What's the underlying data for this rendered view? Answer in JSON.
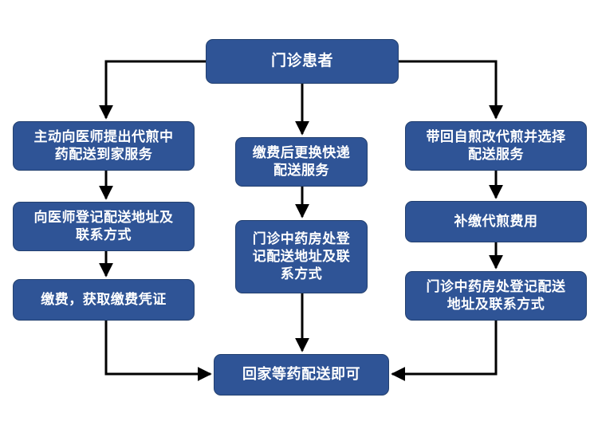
{
  "diagram": {
    "title_node": "门诊患者",
    "background_color": "#ffffff",
    "node_fill_color": "#2F5496",
    "node_border_color": "#23406F",
    "node_text_color": "#FFFFFF",
    "edge_color": "#000000",
    "nodes": [
      {
        "id": "start",
        "label": "门诊患者"
      },
      {
        "id": "l1",
        "label": "主动向医师提出代煎中\n药配送到家服务"
      },
      {
        "id": "l2",
        "label": "向医师登记配送地址及\n联系方式"
      },
      {
        "id": "l3",
        "label": "缴费，获取缴费凭证"
      },
      {
        "id": "m1",
        "label": "缴费后更换快递\n配送服务"
      },
      {
        "id": "m2",
        "label": "门诊中药房处登\n记配送地址及联\n系方式"
      },
      {
        "id": "r1",
        "label": "带回自煎改代煎并选择\n配送服务"
      },
      {
        "id": "r2",
        "label": "补缴代煎费用"
      },
      {
        "id": "r3",
        "label": "门诊中药房处登记配送\n地址及联系方式"
      },
      {
        "id": "end",
        "label": "回家等药配送即可"
      }
    ],
    "edges": [
      {
        "from": "start",
        "to": "l1"
      },
      {
        "from": "start",
        "to": "m1"
      },
      {
        "from": "start",
        "to": "r1"
      },
      {
        "from": "l1",
        "to": "l2"
      },
      {
        "from": "l2",
        "to": "l3"
      },
      {
        "from": "l3",
        "to": "end"
      },
      {
        "from": "m1",
        "to": "m2"
      },
      {
        "from": "m2",
        "to": "end"
      },
      {
        "from": "r1",
        "to": "r2"
      },
      {
        "from": "r2",
        "to": "r3"
      },
      {
        "from": "r3",
        "to": "end"
      }
    ]
  }
}
